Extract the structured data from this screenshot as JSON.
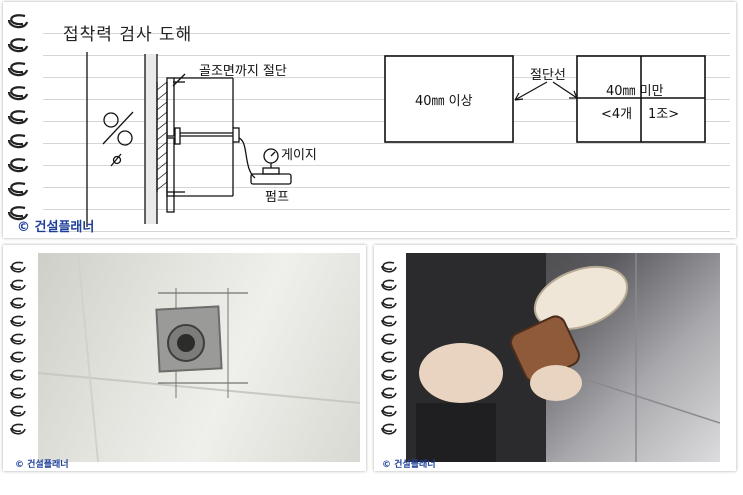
{
  "diagram": {
    "title": "접착력 검사 도해",
    "label_cut_to_substrate": "골조면까지 절단",
    "label_gauge": "게이지",
    "label_pump": "펌프",
    "label_cut_line": "절단선",
    "box_over_40": "40㎜ 이상",
    "box_under_40": "40㎜ 미만",
    "box_4_pieces": "<4개",
    "box_1_set": "1조>",
    "credit": "© 건설플래너"
  },
  "photos": {
    "left_credit": "© 건설플래너",
    "right_credit": "© 건설플래너"
  },
  "colors": {
    "credit_blue": "#1d3f9a",
    "line": "#111111"
  },
  "icons": [
    "spiral-binding-icon"
  ]
}
